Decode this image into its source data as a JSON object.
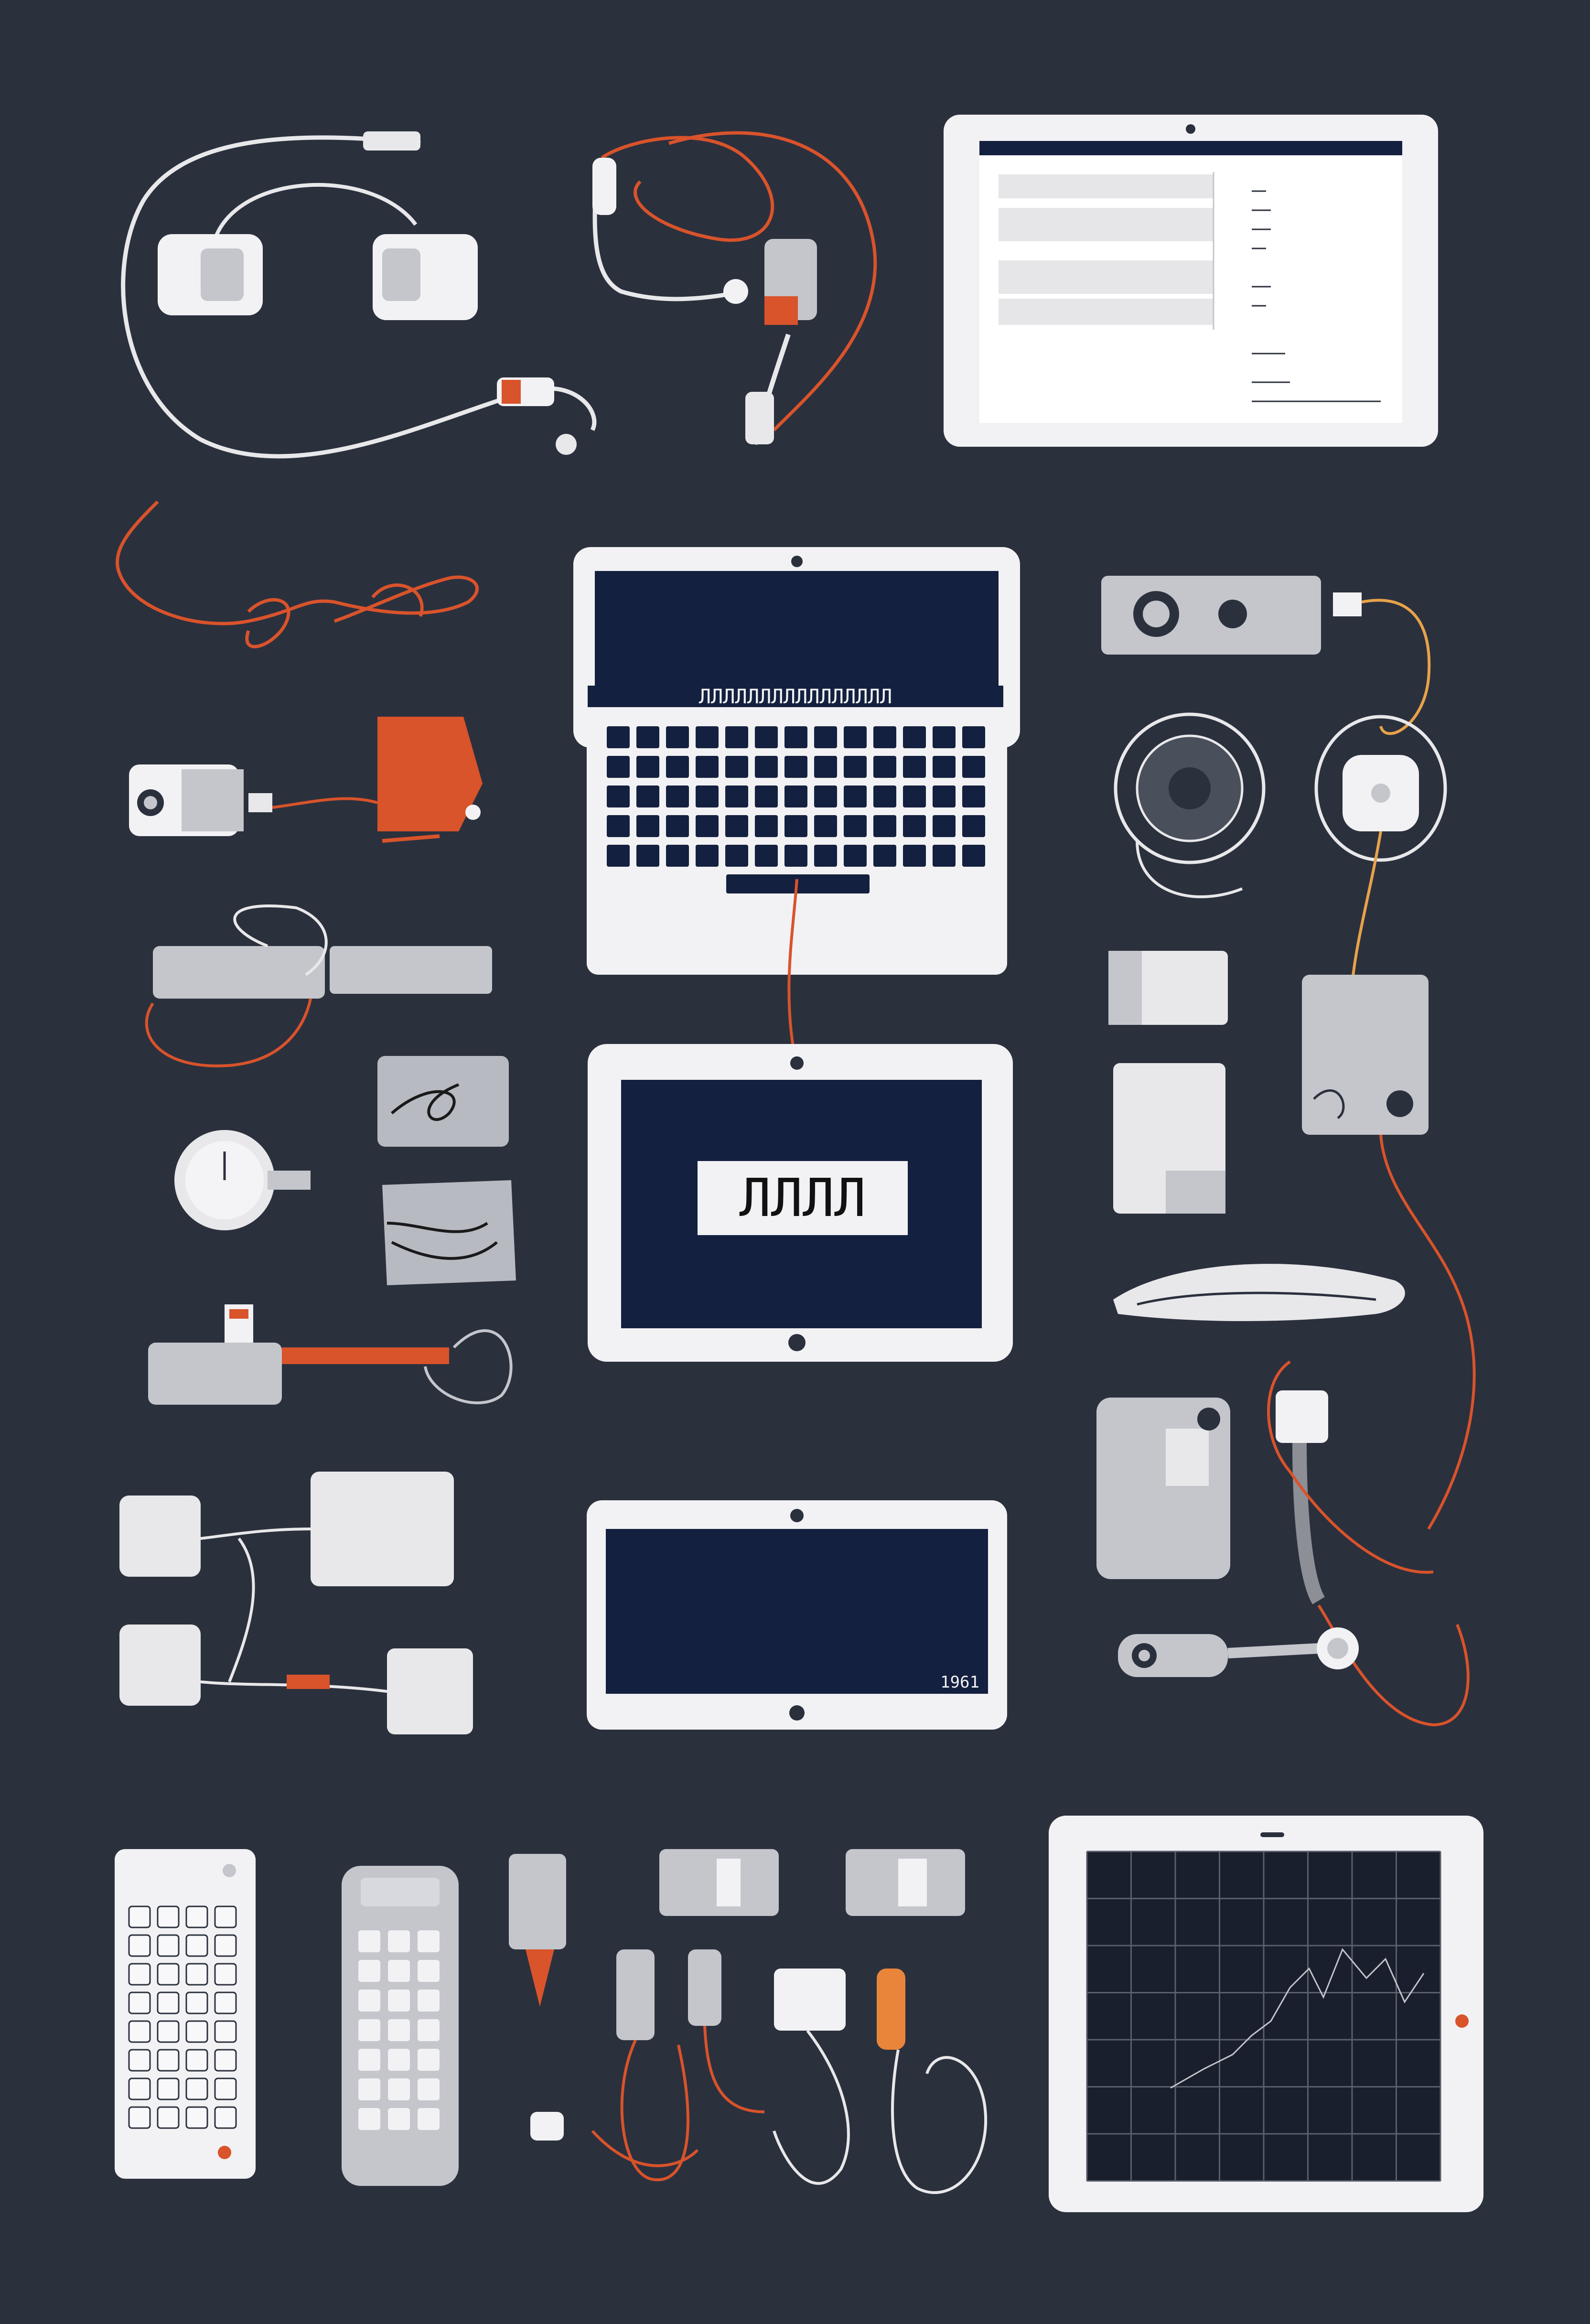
{
  "palette": {
    "background": "#2b303d",
    "device_white": "#f2f2f4",
    "screen_navy": "#14203f",
    "cable_orange": "#d9532b",
    "accessory_gray": "#c4c6cc",
    "cable_white": "#e8e8ea"
  },
  "texts": {
    "center_tablet_label": "ЛЛЛЛ",
    "lower_tablet_label": "1961",
    "laptop_header_label": "ЛЛЛЛЛЛЛЛЛЛЛЛЛЛЛЛ"
  },
  "objects": [
    {
      "name": "white-headphones-with-cable-icon"
    },
    {
      "name": "earbuds-with-orange-cable-icon"
    },
    {
      "name": "tablet-document-screen-icon"
    },
    {
      "name": "tangled-orange-cable-icon"
    },
    {
      "name": "laptop-icon"
    },
    {
      "name": "camera-module-icon"
    },
    {
      "name": "orange-adapter-icon"
    },
    {
      "name": "speaker-icon"
    },
    {
      "name": "tablet-navy-screen-icon"
    },
    {
      "name": "tablet-landscape-icon"
    },
    {
      "name": "tablet-chart-screen-icon"
    },
    {
      "name": "white-keypad-remote-icon"
    },
    {
      "name": "gray-keypad-remote-icon"
    }
  ]
}
